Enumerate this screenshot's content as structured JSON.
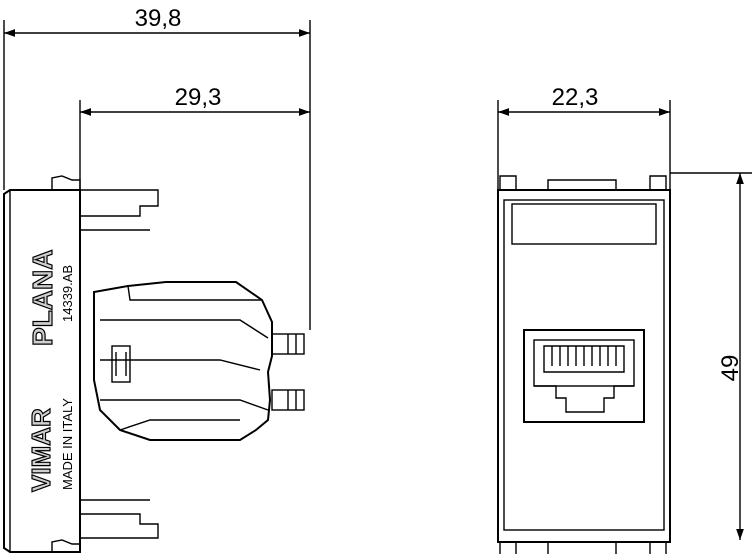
{
  "dimensions": {
    "total_depth": "39,8",
    "body_depth": "29,3",
    "width": "22,3",
    "height": "49"
  },
  "product_markings": {
    "brand": "VIMAR",
    "series": "PLANA",
    "code": "14339.AB",
    "origin": "MADE IN ITALY"
  },
  "colors": {
    "line": "#000000",
    "face_fill": "#c8c8c8"
  }
}
